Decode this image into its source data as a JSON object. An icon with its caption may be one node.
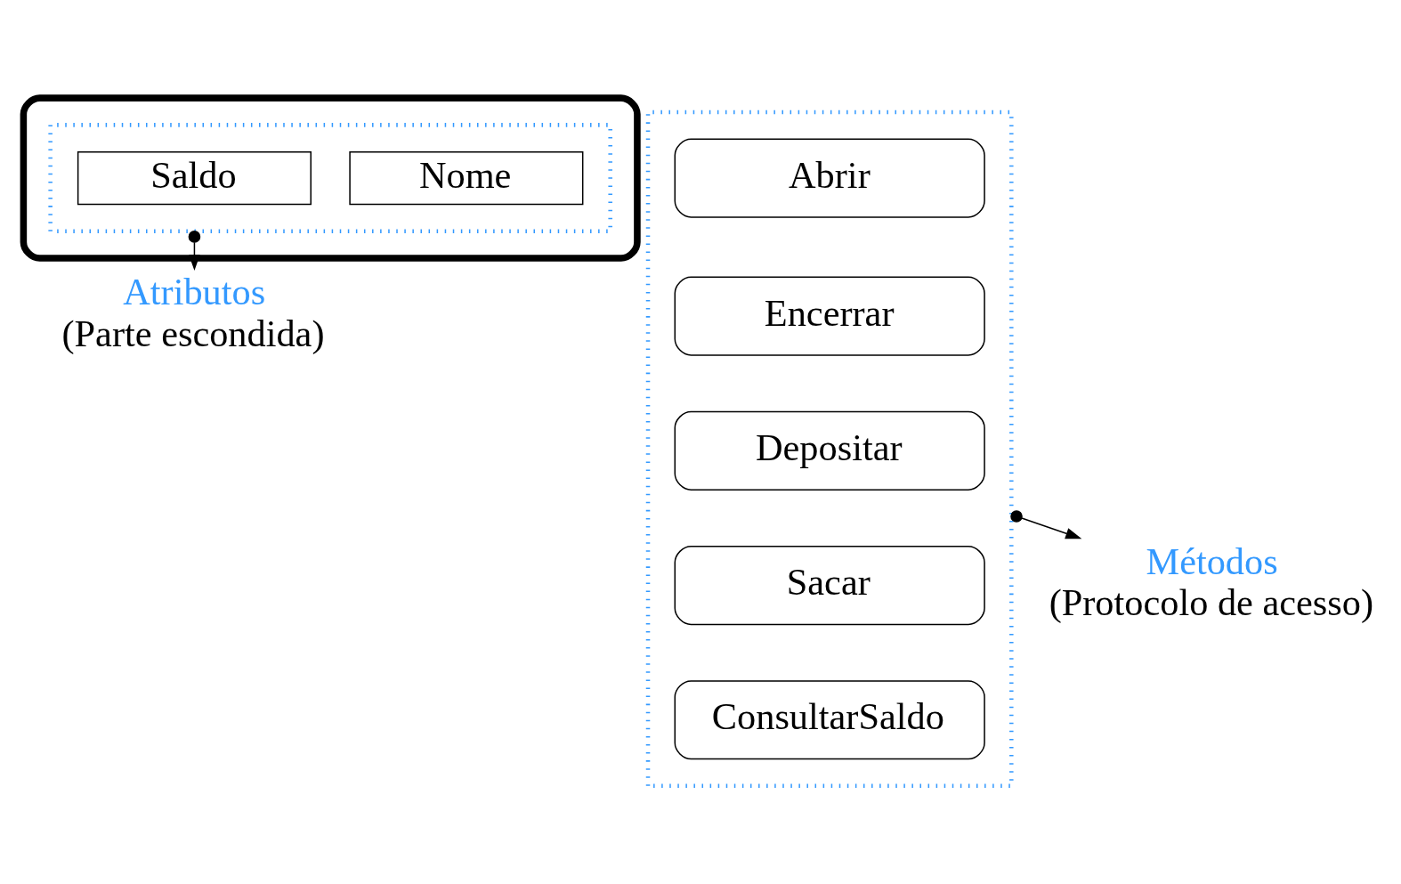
{
  "diagram": {
    "nodes": [
      {
        "text": [],
        "shape": "box"
      },
      {
        "text": [],
        "shape": "box"
      },
      {
        "text": [
          "Abrir"
        ],
        "in": 1
      },
      {
        "text": [
          "Encerrar"
        ],
        "in": 1
      },
      {
        "text": [
          "Depositar"
        ],
        "in": 1
      },
      {
        "text": [
          "Sacar"
        ],
        "in": 1
      },
      {
        "text": [
          "ConsultarSaldo"
        ],
        "in": 1
      },
      {
        "text": [],
        "shape": "ellipse",
        "in": 0
      },
      {
        "text": [
          "Nome"
        ],
        "in": 7
      },
      {
        "text": [
          "Saldo"
        ],
        "in": 7
      },
      {
        "text": [
          "Atributos",
          "(Parte escondida)"
        ]
      },
      {
        "text": [
          "Métodos",
          "(Protocolo de acesso)"
        ]
      }
    ],
    "edges": [
      {
        "from": 7,
        "to": 10,
        "arrow": "to"
      },
      {
        "from": 1,
        "to": 11,
        "arrow": "to"
      }
    ]
  }
}
